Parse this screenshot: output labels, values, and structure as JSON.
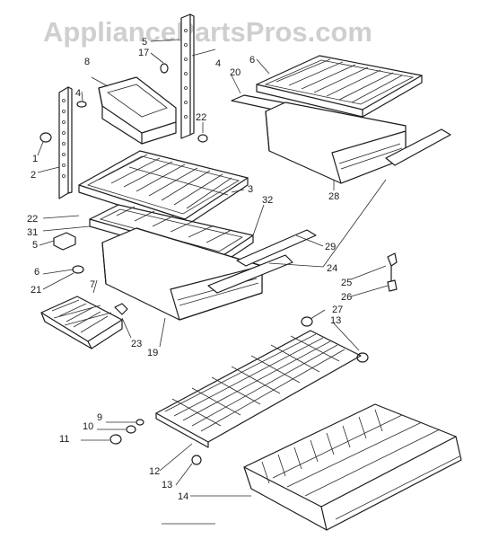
{
  "watermark": "AppliancePartsPros.com",
  "labels": {
    "l1": "1",
    "l2": "2",
    "l3": "3",
    "l4a": "4",
    "l4b": "4",
    "l5a": "5",
    "l5b": "5",
    "l6a": "6",
    "l6b": "6",
    "l7": "7",
    "l8": "8",
    "l9": "9",
    "l10": "10",
    "l11": "11",
    "l12": "12",
    "l13a": "13",
    "l13b": "13",
    "l14": "14",
    "l17": "17",
    "l19": "19",
    "l20": "20",
    "l21": "21",
    "l22a": "22",
    "l22b": "22",
    "l23": "23",
    "l24": "24",
    "l25": "25",
    "l26": "26",
    "l27": "27",
    "l28": "28",
    "l29": "29",
    "l31": "31",
    "l32": "32"
  },
  "colors": {
    "ink": "#1d1d1d",
    "paper": "#ffffff",
    "watermark": "#cfcfcf"
  }
}
